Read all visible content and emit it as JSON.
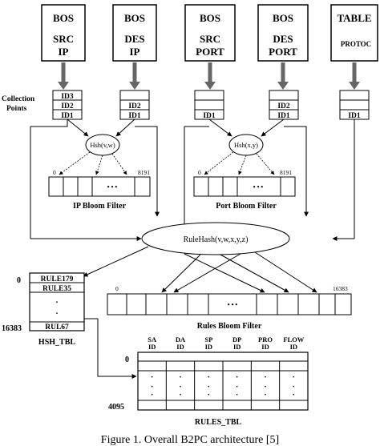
{
  "sources": [
    {
      "line1": "BOS",
      "line2": "SRC",
      "line3": "IP"
    },
    {
      "line1": "BOS",
      "line2": "DES",
      "line3": "IP"
    },
    {
      "line1": "BOS",
      "line2": "SRC",
      "line3": "PORT"
    },
    {
      "line1": "BOS",
      "line2": "DES",
      "line3": "PORT"
    },
    {
      "line1": "TABLE",
      "line2": "PROTOC",
      "line3": ""
    }
  ],
  "collection": {
    "label1": "Collection",
    "label2": "Points",
    "stack1": [
      "ID3",
      "ID2",
      "ID1"
    ],
    "stack2": [
      "",
      "ID2",
      "ID1"
    ],
    "stack3": [
      "",
      "",
      "ID1"
    ],
    "stack4": [
      "",
      "ID2",
      "ID1"
    ],
    "stack5": [
      "",
      "",
      "ID1"
    ]
  },
  "hash": {
    "left": "Hsh(v,w)",
    "right": "Hsh(x,y)",
    "center": "RuleHash(v,w,x,y,z)"
  },
  "ip_filter": {
    "start": "0",
    "end": "8191",
    "dots": "• • •",
    "label": "IP Bloom Filter"
  },
  "port_filter": {
    "start": "0",
    "end": "8191",
    "dots": "• • •",
    "label": "Port Bloom Filter"
  },
  "rules_filter": {
    "start": "0",
    "end": "16383",
    "dots": "• • •",
    "label": "Rules Bloom Filter"
  },
  "hsh_tbl": {
    "top_index": "0",
    "bottom_index": "16383",
    "rows": [
      "RULE179",
      "RULE35",
      ".",
      ".",
      "RUL67"
    ],
    "label": "HSH_TBL"
  },
  "rules_tbl": {
    "headers": [
      {
        "a": "SA",
        "b": "ID"
      },
      {
        "a": "DA",
        "b": "ID"
      },
      {
        "a": "SP",
        "b": "ID"
      },
      {
        "a": "DP",
        "b": "ID"
      },
      {
        "a": "PRO",
        "b": "ID"
      },
      {
        "a": "FLOW",
        "b": "ID"
      }
    ],
    "top_index": "0",
    "bottom_index": "4095",
    "dot": "·",
    "label": "RULES_TBL"
  },
  "caption": "Figure 1. Overall B2PC architecture [5]"
}
